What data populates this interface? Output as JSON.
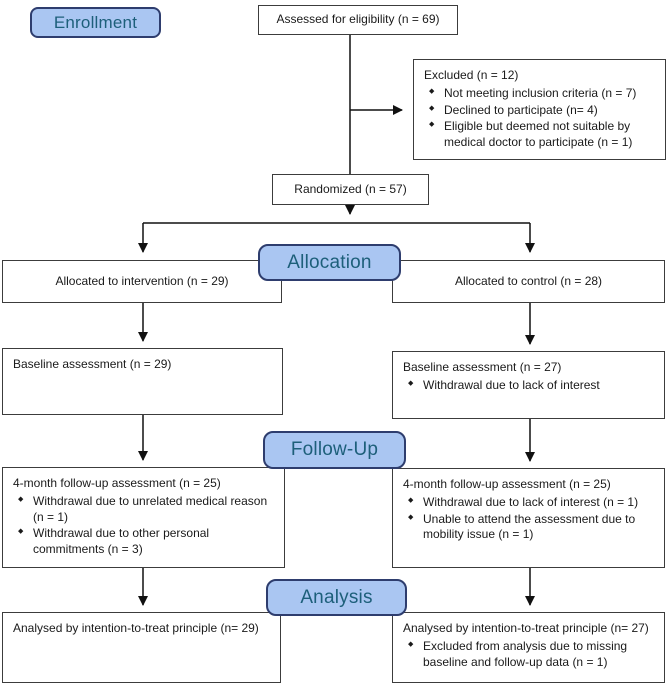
{
  "diagram_type": "consort-flow",
  "stages": {
    "enrollment_label": "Enrollment",
    "allocation_label": "Allocation",
    "followup_label": "Follow-Up",
    "analysis_label": "Analysis"
  },
  "boxes": {
    "assessed": {
      "text": "Assessed for eligibility (n = 69)"
    },
    "excluded": {
      "title": "Excluded (n = 12)",
      "bullets": [
        "Not meeting inclusion criteria (n = 7)",
        "Declined to participate (n= 4)",
        "Eligible but deemed not suitable by medical doctor to participate (n = 1)"
      ]
    },
    "randomized": {
      "text": "Randomized (n = 57)"
    },
    "allocated_intervention": {
      "text": "Allocated to intervention (n = 29)"
    },
    "allocated_control": {
      "text": "Allocated to control (n = 28)"
    },
    "baseline_intervention": {
      "title": "Baseline assessment (n = 29)",
      "bullets": []
    },
    "baseline_control": {
      "title": "Baseline assessment (n = 27)",
      "bullets": [
        "Withdrawal due to lack of interest"
      ]
    },
    "followup_intervention": {
      "title": "4-month follow-up assessment (n = 25)",
      "bullets": [
        "Withdrawal due to unrelated medical reason (n = 1)",
        "Withdrawal due to other personal commitments (n = 3)"
      ]
    },
    "followup_control": {
      "title": "4-month follow-up assessment (n = 25)",
      "bullets": [
        "Withdrawal due to lack of interest (n = 1)",
        "Unable to attend the assessment due to mobility issue (n = 1)"
      ]
    },
    "analysis_intervention": {
      "title": "Analysed by intention-to-treat principle (n= 29)",
      "bullets": []
    },
    "analysis_control": {
      "title": "Analysed by intention-to-treat principle (n= 27)",
      "bullets": [
        "Excluded from analysis due to missing baseline and follow-up data (n = 1)"
      ]
    }
  },
  "colors": {
    "stage_fill": "#aac6f2",
    "stage_border": "#2e3d6e",
    "stage_text": "#1d5f7a",
    "box_border": "#3c3c3c",
    "arrow": "#111111"
  }
}
